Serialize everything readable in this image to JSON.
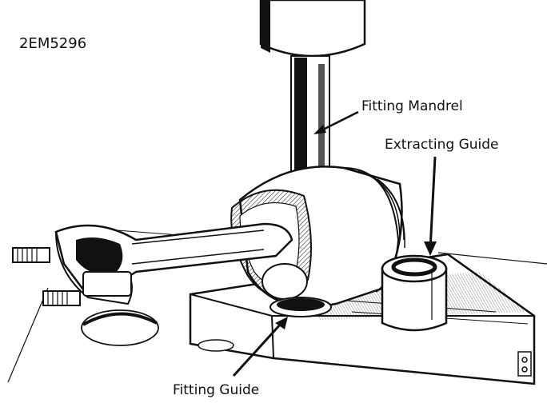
{
  "figure": {
    "id": "2EM5296",
    "labels": {
      "fitting_mandrel": "Fitting Mandrel",
      "extracting_guide": "Extracting Guide",
      "fitting_guide": "Fitting Guide"
    }
  },
  "colors": {
    "ink": "#111111",
    "paper": "#ffffff",
    "shade": "#9a9a9a"
  }
}
